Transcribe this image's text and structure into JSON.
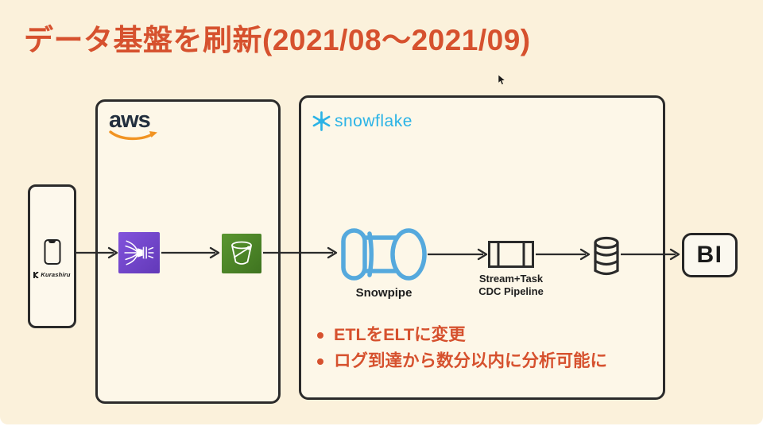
{
  "title": "データ基盤を刷新(2021/08〜2021/09)",
  "source": {
    "label": "Kurashiru"
  },
  "aws": {
    "logo": "aws",
    "icons": {
      "ingest": "kinesis-firehose-icon",
      "storage": "s3-bucket-icon"
    }
  },
  "snowflake": {
    "logo": "snowflake",
    "snowpipe_label": "Snowpipe",
    "stream_task_line1": "Stream+Task",
    "stream_task_line2": "CDC Pipeline",
    "icons": {
      "pipe": "snowpipe-icon",
      "pipeline": "stream-task-icon",
      "table": "database-icon"
    }
  },
  "bi": {
    "label": "BI"
  },
  "bullets": [
    "ETLをELTに変更",
    "ログ到達から数分以内に分析可能に"
  ],
  "colors": {
    "background": "#FBF1DB",
    "panel": "#FDF7E8",
    "accent_red": "#D6512E",
    "border_dark": "#2B2B2B",
    "aws_navy": "#232F3E",
    "aws_orange": "#F19322",
    "kinesis_purple": "#6E46C8",
    "s3_green": "#4C8527",
    "snowflake_blue": "#2BB3E6",
    "pipe_blue": "#55A9DD"
  }
}
